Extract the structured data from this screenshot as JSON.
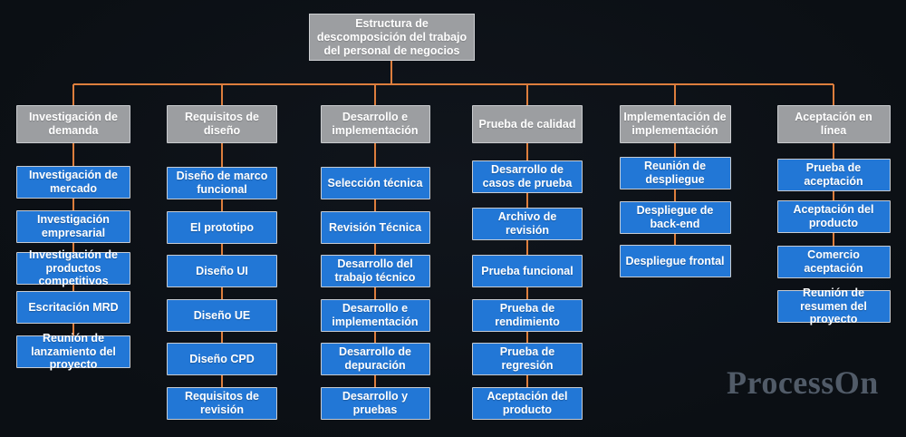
{
  "diagram": {
    "root": "Estructura de descomposición del trabajo del personal de negocios",
    "columns": [
      {
        "header": "Investigación de demanda",
        "children": [
          "Investigación de mercado",
          "Investigación empresarial",
          "Investigación de productos competitivos",
          "Escritación MRD",
          "Reunión de lanzamiento del proyecto"
        ]
      },
      {
        "header": "Requisitos de diseño",
        "children": [
          "Diseño de marco funcional",
          "El prototipo",
          "Diseño UI",
          "Diseño UE",
          "Diseño CPD",
          "Requisitos de revisión"
        ]
      },
      {
        "header": "Desarrollo e implementación",
        "children": [
          "Selección técnica",
          "Revisión Técnica",
          "Desarrollo del trabajo técnico",
          "Desarrollo e implementación",
          "Desarrollo de depuración",
          "Desarrollo y pruebas"
        ]
      },
      {
        "header": "Prueba de calidad",
        "children": [
          "Desarrollo de casos de prueba",
          "Archivo de revisión",
          "Prueba funcional",
          "Prueba de rendimiento",
          "Prueba de regresión",
          "Aceptación del producto"
        ]
      },
      {
        "header": "Implementación de implementación",
        "children": [
          "Reunión de despliegue",
          "Despliegue de back-end",
          "Despliegue frontal"
        ]
      },
      {
        "header": "Aceptación en línea",
        "children": [
          "Prueba de aceptación",
          "Aceptación del producto",
          "Comercio aceptación",
          "Reunión de resumen del proyecto"
        ]
      }
    ]
  },
  "watermark": "ProcessOn",
  "colors": {
    "background": "#0b0f14",
    "node_blue": "#2277d6",
    "node_gray": "#9c9ea1",
    "node_border": "#c9cbce",
    "connector_orange": "#dd7e3d",
    "text_white": "#ffffff",
    "watermark_gray": "#515b68"
  }
}
